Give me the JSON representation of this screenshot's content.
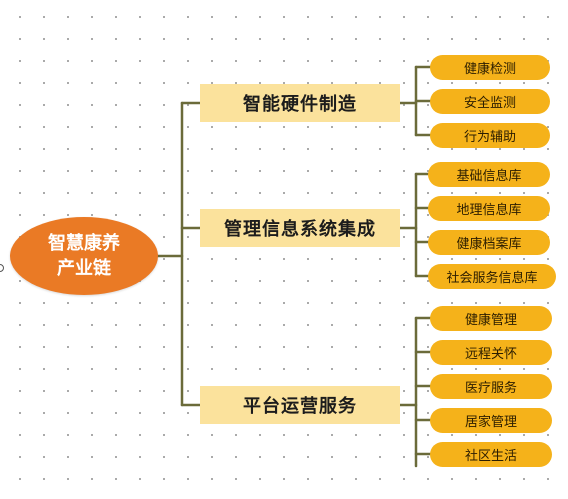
{
  "diagram": {
    "root": {
      "line1": "智慧康养",
      "line2": "产业链"
    },
    "branches": [
      {
        "label": "智能硬件制造",
        "leaves": [
          "健康检测",
          "安全监测",
          "行为辅助"
        ]
      },
      {
        "label": "管理信息系统集成",
        "leaves": [
          "基础信息库",
          "地理信息库",
          "健康档案库",
          "社会服务信息库"
        ]
      },
      {
        "label": "平台运营服务",
        "leaves": [
          "健康管理",
          "远程关怀",
          "医疗服务",
          "居家管理",
          "社区生活"
        ]
      }
    ],
    "colors": {
      "root": "#ea7a25",
      "branch": "#fbe29c",
      "leaf": "#f5b21a",
      "connector": "#6b6b3a"
    }
  }
}
